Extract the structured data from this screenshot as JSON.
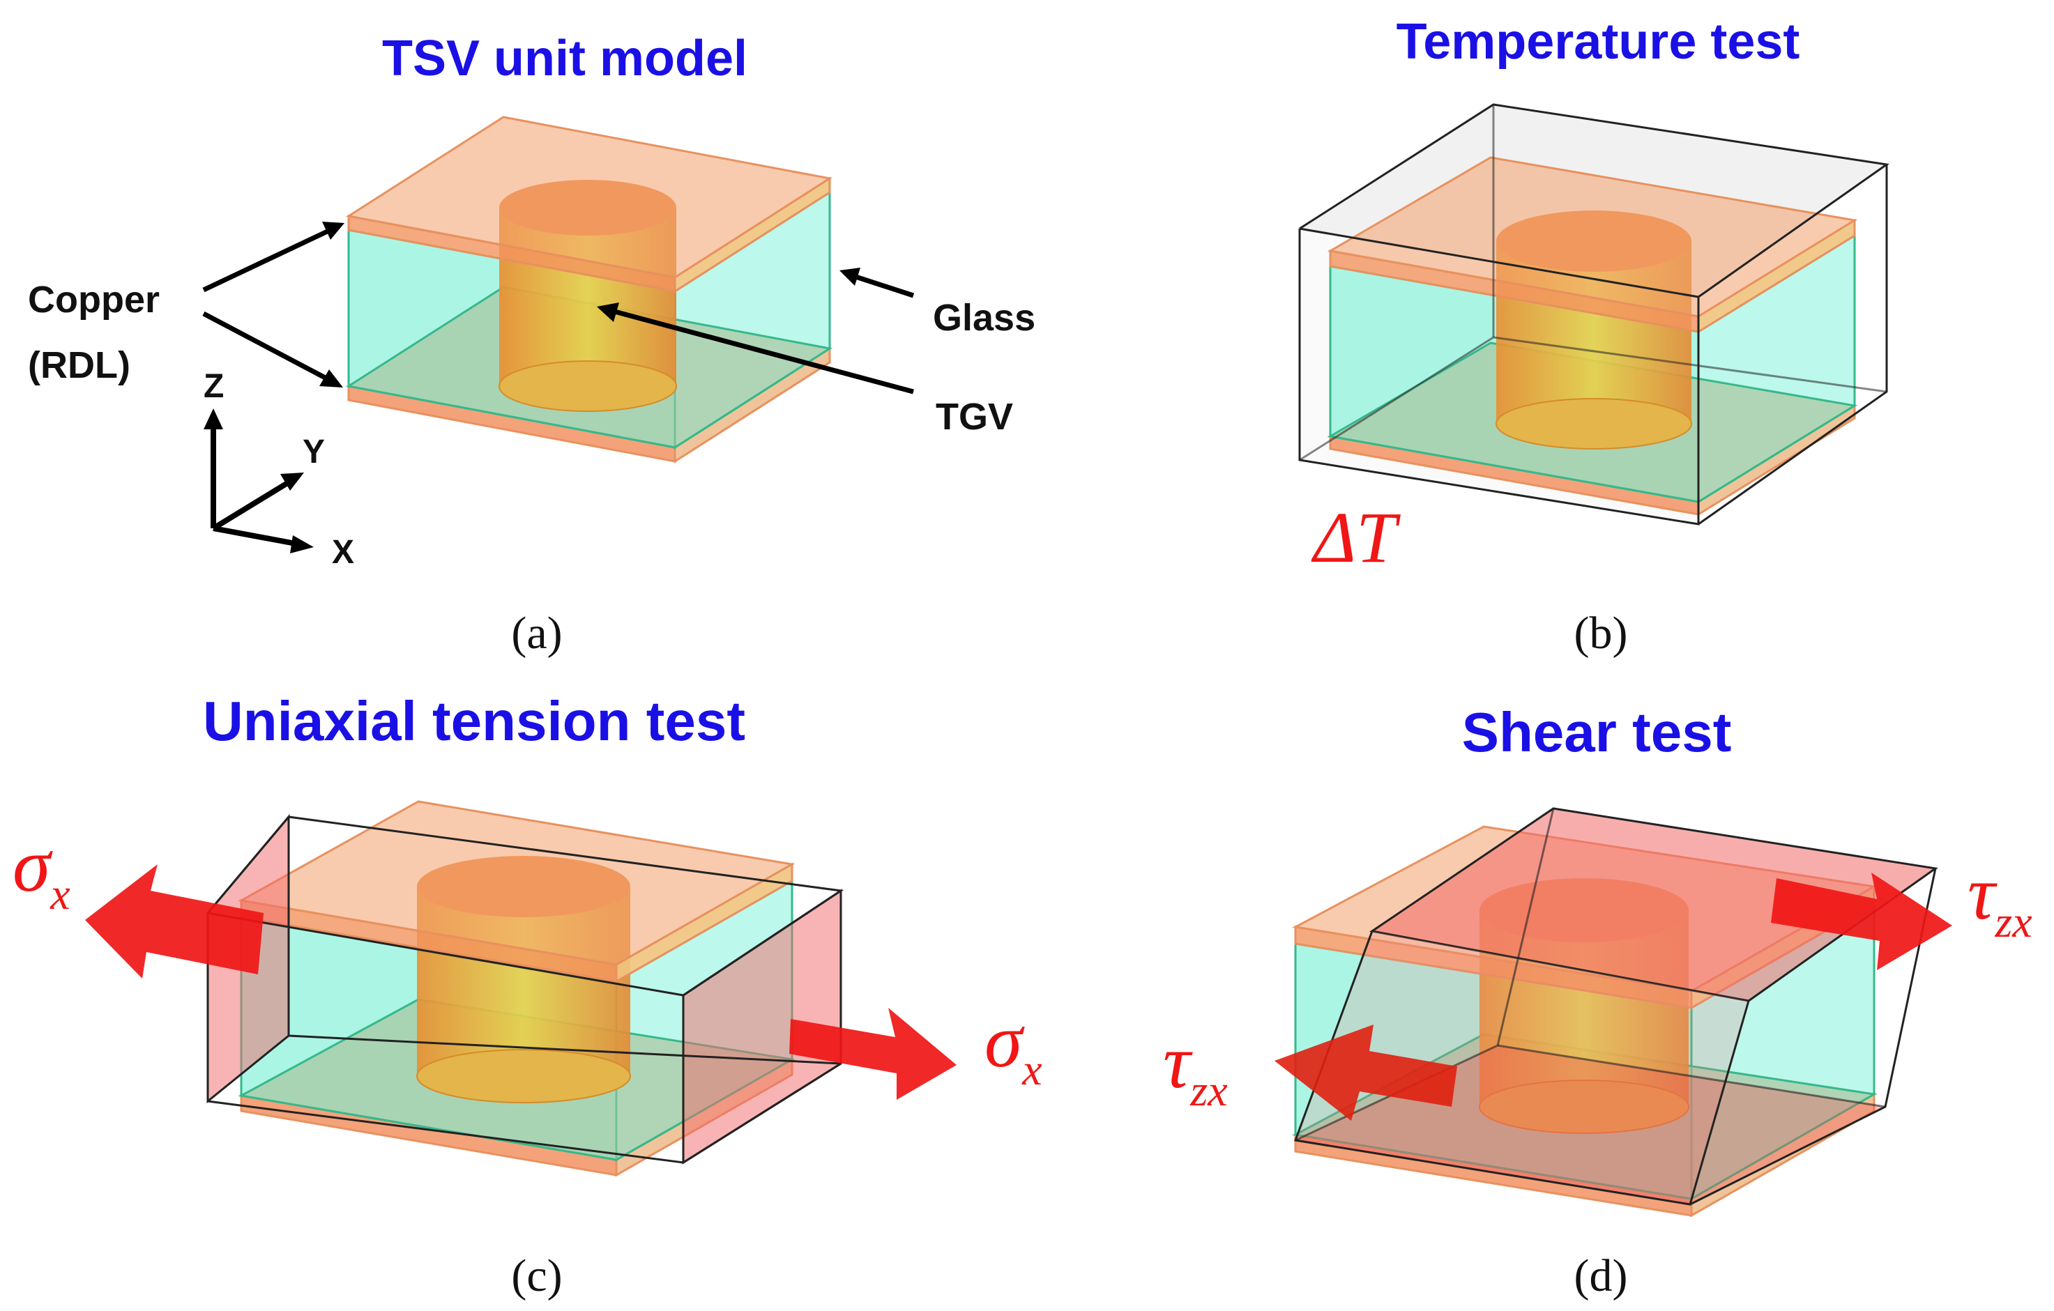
{
  "panels": {
    "a": {
      "title": "TSV unit model",
      "caption": "(a)",
      "labels": {
        "copper": "Copper",
        "rdl": "(RDL)",
        "glass": "Glass",
        "tgv": "TGV"
      },
      "axes": {
        "z": "Z",
        "y": "Y",
        "x": "X"
      }
    },
    "b": {
      "title": "Temperature test",
      "caption": "(b)",
      "load": "ΔT"
    },
    "c": {
      "title": "Uniaxial tension test",
      "caption": "(c)",
      "load_symbol": "σ",
      "load_subscript": "x"
    },
    "d": {
      "title": "Shear test",
      "caption": "(d)",
      "load_symbol": "τ",
      "load_subscript": "zx"
    }
  },
  "colors": {
    "title": "#1a10e6",
    "copper": "#f2a070",
    "glass": "#9ff0dc",
    "via": "#e59a3c",
    "load": "#f01616"
  }
}
